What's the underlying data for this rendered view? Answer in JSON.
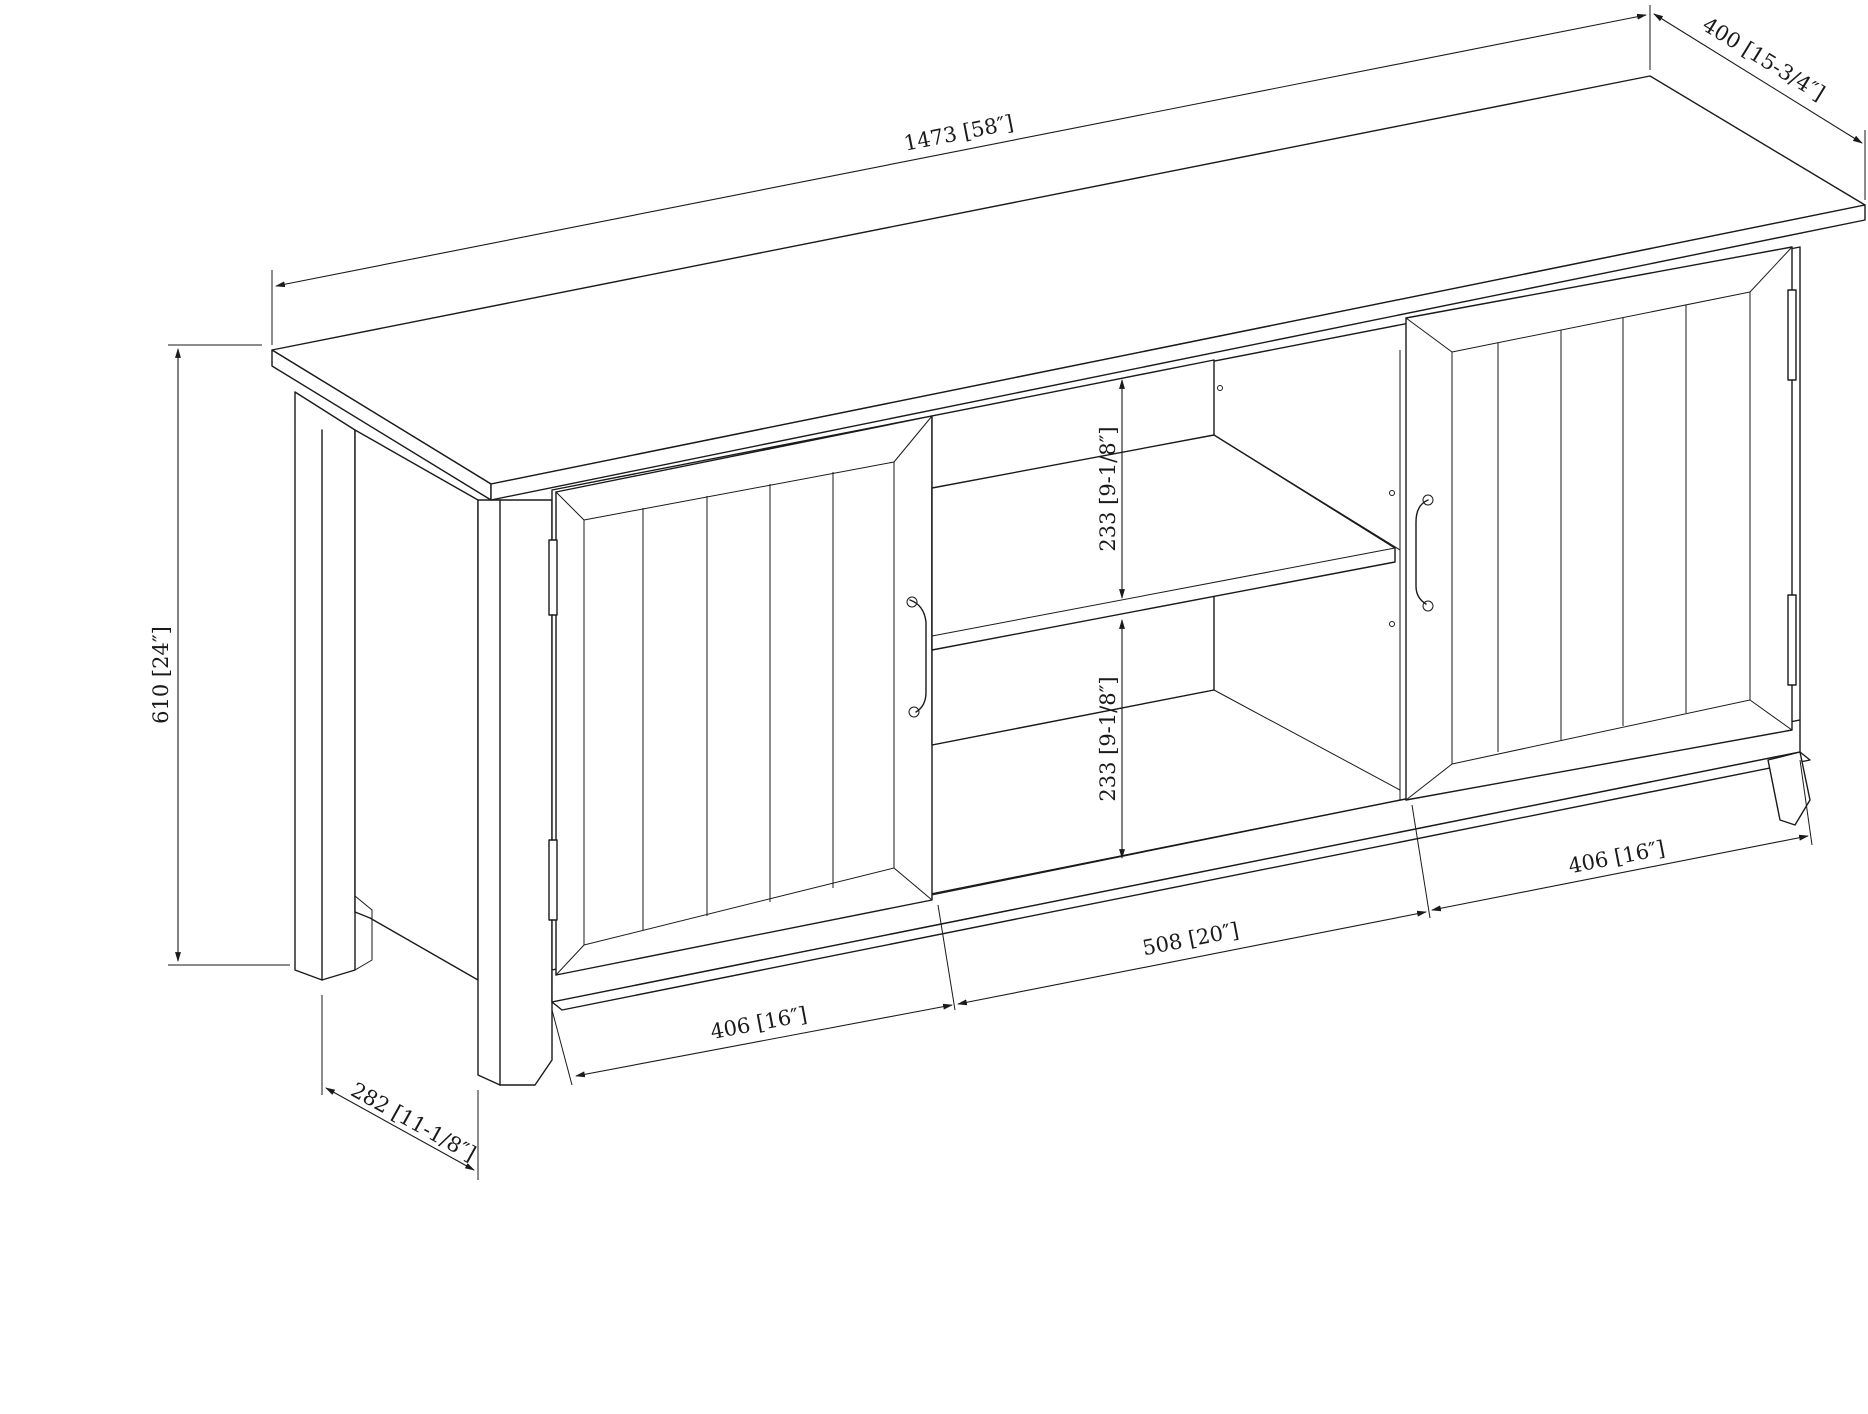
{
  "diagram": {
    "dimensions": {
      "width": "1473 [58″]",
      "depth_top": "400 [15-3/4″]",
      "height": "610 [24″]",
      "depth_base": "282 [11-1/8″]",
      "shelf_upper": "233 [9-1/8″]",
      "shelf_lower": "233 [9-1/8″]",
      "door_left": "406 [16″]",
      "center_opening": "508 [20″]",
      "door_right": "406 [16″]"
    }
  }
}
